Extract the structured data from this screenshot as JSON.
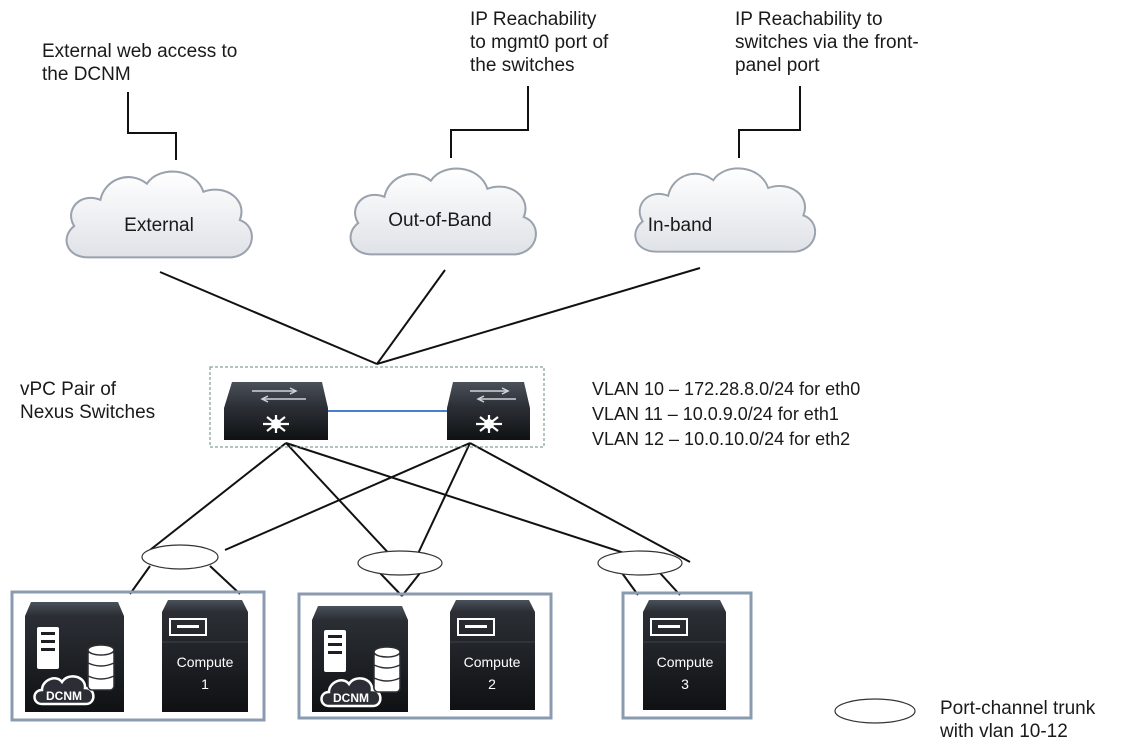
{
  "notes": {
    "external": "External web access to\nthe DCNM",
    "oob": "IP Reachability\nto mgmt0 port of\nthe switches",
    "inband": "IP Reachability to\nswitches via the front-\npanel port"
  },
  "clouds": {
    "external": "External",
    "oob": "Out-of-Band",
    "inband": "In-band"
  },
  "vpc_label": "vPC Pair of\nNexus Switches",
  "vlans": [
    "VLAN 10 – 172.28.8.0/24 for eth0",
    "VLAN 11 – 10.0.9.0/24 for eth1",
    "VLAN 12 – 10.0.10.0/24 for eth2"
  ],
  "hosts": {
    "dcnm_label": "DCNM",
    "compute_word": "Compute",
    "compute_1": "1",
    "compute_2": "2",
    "compute_3": "3"
  },
  "legend": {
    "text": "Port-channel trunk\nwith vlan 10-12"
  },
  "colors": {
    "box_border": "#8a9bb0",
    "cloud_fill": "#eceef2",
    "cloud_stroke": "#9aa2ad",
    "device_dark": "#17191d",
    "device_top": "#3a3f47",
    "vpc_link": "#4a7fc9"
  }
}
